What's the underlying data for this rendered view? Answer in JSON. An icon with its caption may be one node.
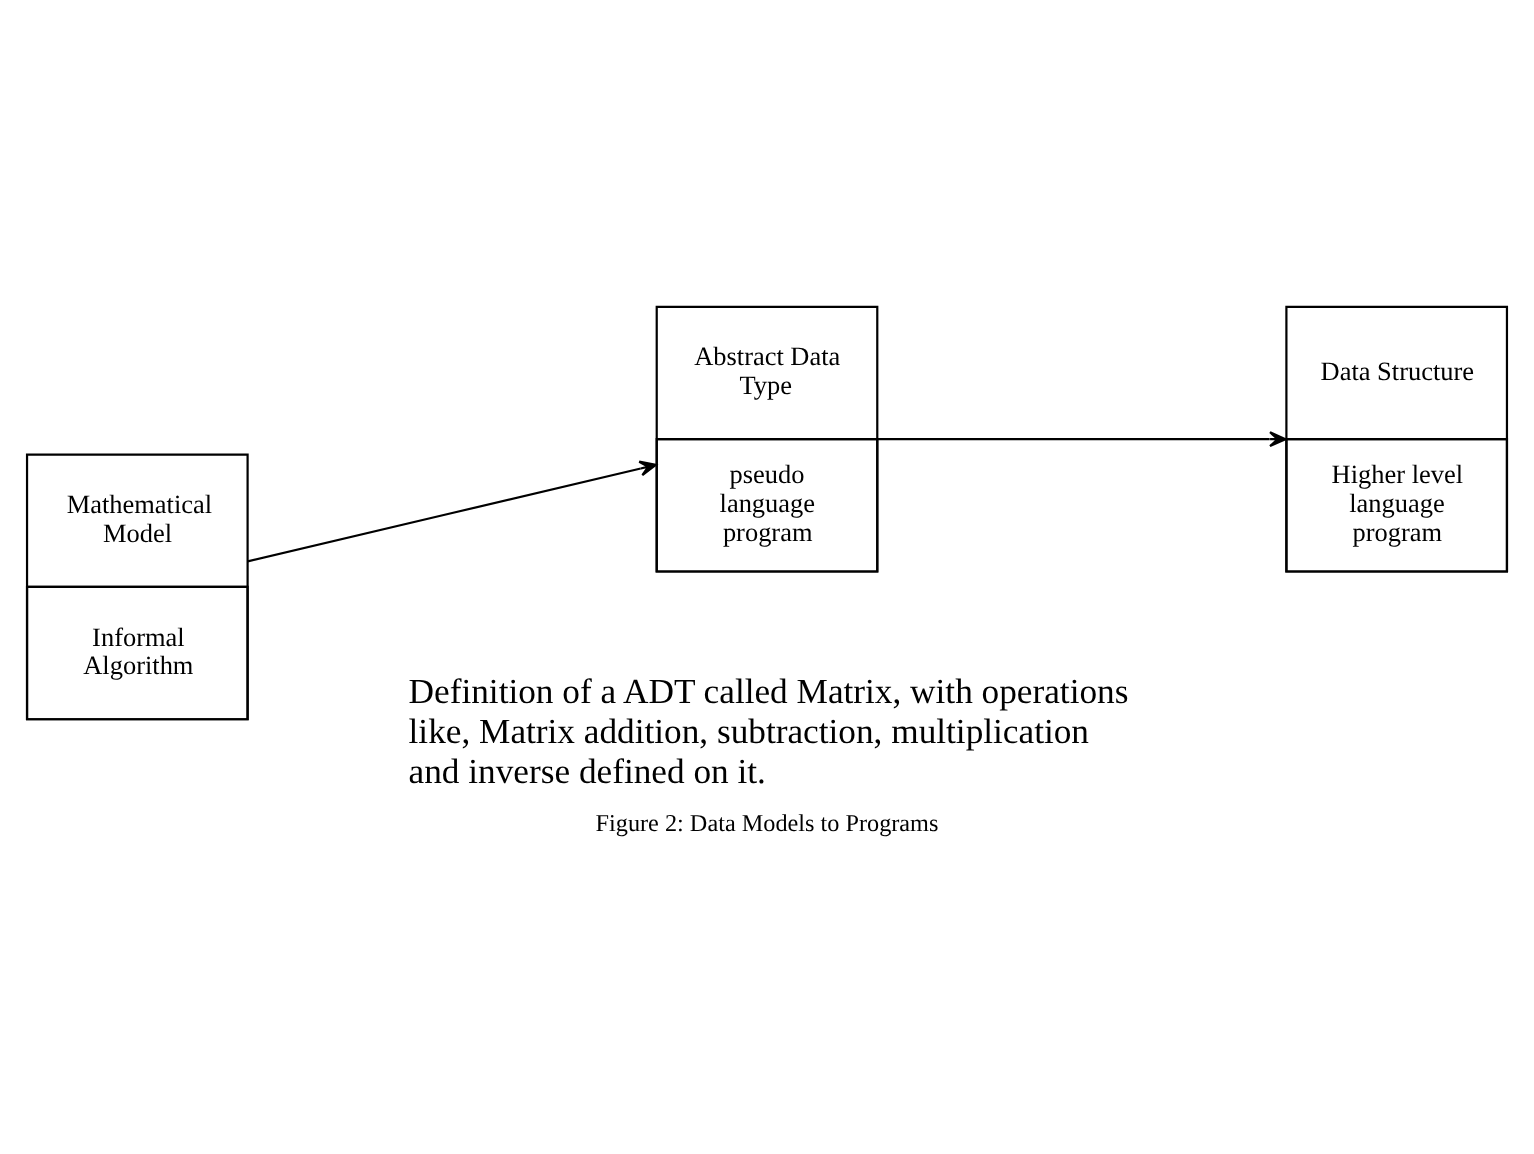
{
  "diagram": {
    "caption": "Figure 2: Data Models to Programs",
    "nodes": [
      {
        "text": [
          "Mathematical Model",
          "Informal Algorithm"
        ]
      },
      {
        "text": [
          "Abstract Data Type",
          "pseudo language program"
        ]
      },
      {
        "text": [
          "Data Structure",
          "Higher level language program"
        ]
      }
    ],
    "edges": [
      {
        "from": 0,
        "to": 1,
        "arrow": "to"
      },
      {
        "from": 1,
        "to": 2,
        "arrow": "to"
      }
    ],
    "labels": [
      "Definition of a ADT called Matrix, with operations like, Matrix addition, subtraction, multiplication and inverse defined on it."
    ]
  }
}
